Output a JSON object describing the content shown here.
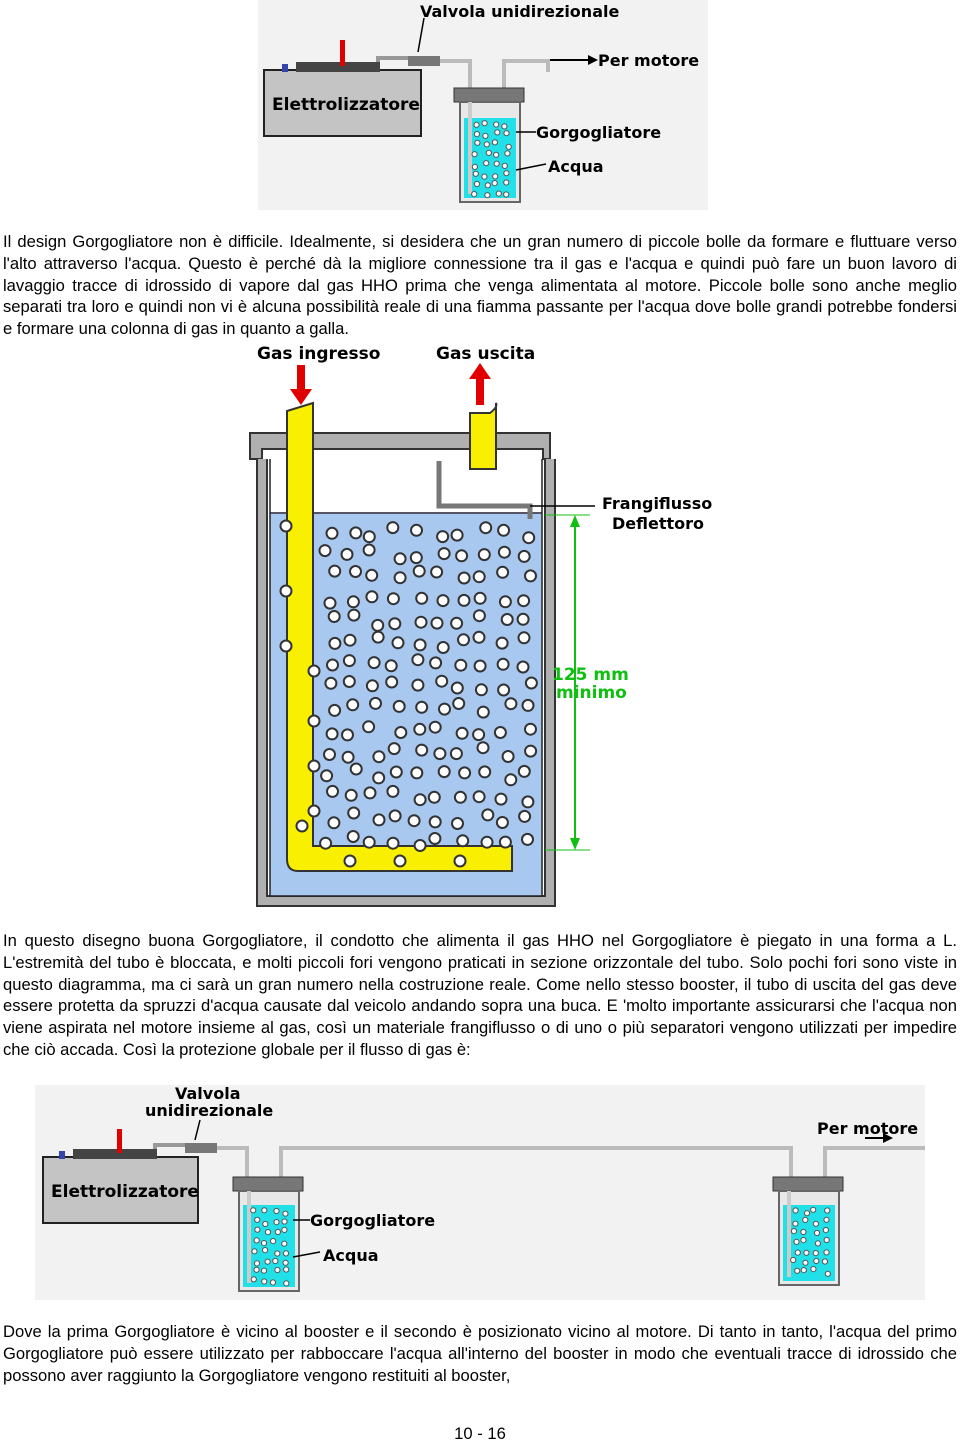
{
  "figure1": {
    "valve_label": "Valvola unidirezionale",
    "motor_label": "Per motore",
    "electrolyzer_label": "Elettrolizzatore",
    "bubbler_label": "Gorgogliatore",
    "water_label": "Acqua"
  },
  "paragraph1": "Il design Gorgogliatore non è difficile. Idealmente, si desidera che un gran numero di piccole bolle da formare e fluttuare verso l'alto attraverso l'acqua. Questo è perché dà la migliore connessione tra il gas e l'acqua e quindi può fare un buon lavoro di lavaggio tracce di idrossido di vapore dal gas HHO prima che venga alimentata al motore. Piccole bolle sono anche meglio separati tra loro e quindi non vi è alcuna possibilità reale di una fiamma passante per l'acqua dove bolle grandi potrebbe fondersi e formare una colonna di gas in quanto a galla.",
  "figure2": {
    "gas_in_label": "Gas ingresso",
    "gas_out_label": "Gas uscita",
    "baffle_label_1": "Frangiflusso",
    "baffle_label_2": "Deflettoro",
    "height_label_1": "125 mm",
    "height_label_2": "minimo"
  },
  "paragraph2": "In questo disegno buona Gorgogliatore, il condotto che alimenta il gas HHO nel Gorgogliatore è piegato in una forma a L. L'estremità del tubo è bloccata, e molti piccoli fori vengono praticati in sezione orizzontale del tubo. Solo pochi fori sono viste in questo diagramma, ma ci sarà un gran numero nella costruzione reale. Come nello stesso booster, il tubo di uscita del gas deve essere protetta da spruzzi d'acqua causate dal veicolo andando sopra una buca. E 'molto importante assicurarsi che l'acqua non viene aspirata nel motore insieme al gas, così un materiale frangiflusso o di uno o più separatori vengono utilizzati per impedire che ciò accada. Così la protezione globale per il flusso di gas è:",
  "figure3": {
    "valve_label_1": "Valvola",
    "valve_label_2": "unidirezionale",
    "motor_label": "Per motore",
    "electrolyzer_label": "Elettrolizzatore",
    "bubbler_label": "Gorgogliatore",
    "water_label": "Acqua"
  },
  "paragraph3": "Dove la prima Gorgogliatore è vicino al booster e il secondo è posizionato vicino al motore. Di tanto in tanto, l'acqua del primo Gorgogliatore può essere utilizzato per rabboccare l'acqua all'interno del booster in modo che eventuali tracce di idrossido che possono aver raggiunto la Gorgogliatore vengono restituiti al booster,",
  "page_number": "10 - 16",
  "colors": {
    "water_small": "#22e0e8",
    "water_large": "#a8c8f0",
    "tube_yellow": "#f8f000",
    "arrow_red": "#e00000",
    "label_green": "#10c010",
    "housing_gray": "#b0b0b0"
  }
}
